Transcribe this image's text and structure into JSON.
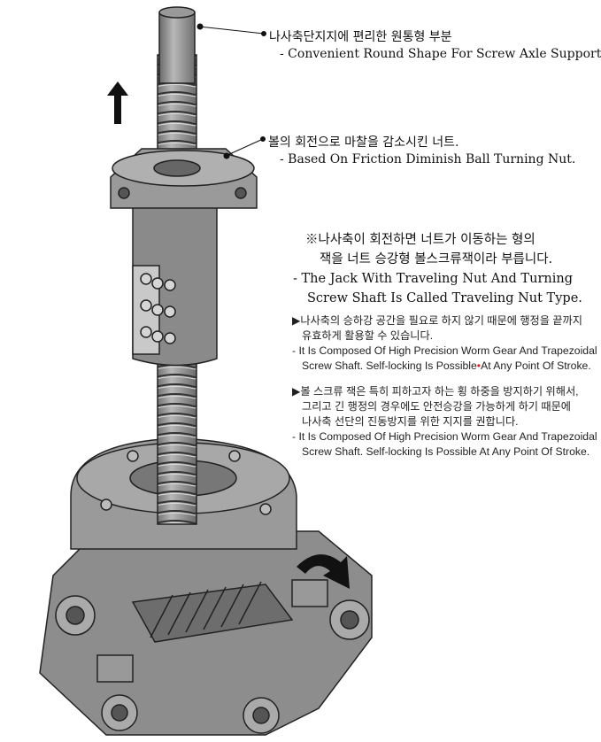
{
  "callouts": [
    {
      "ko": "나사축단지지에 편리한 원통형 부분",
      "en": "- Convenient Round Shape For Screw Axle Support."
    },
    {
      "ko": "볼의 회전으로 마찰을 감소시킨 너트.",
      "en": "- Based On Friction Diminish Ball Turning Nut."
    }
  ],
  "note": {
    "ko_line1": "※나사축이 회전하면 너트가 이동하는 형의",
    "ko_line2": "잭을 너트 승강형 볼스크류잭이라 부릅니다.",
    "en_line1": "- The Jack With Traveling Nut And Turning",
    "en_line2": "Screw Shaft Is Called Traveling Nut Type."
  },
  "bullets": [
    {
      "ko": [
        "▶나사축의 승하강 공간을 필요로 하지 않기 때문에 행정을 끝까지",
        "유효하게 활용할 수 있습니다."
      ],
      "en": [
        "- It Is Composed Of High Precision Worm Gear And Trapezoidal",
        "Screw Shaft. Self-locking Is Possible",
        "At Any Point Of Stroke."
      ],
      "marker": "•"
    },
    {
      "ko": [
        "▶볼 스크류 잭은 특히 피하고자 하는 횡 하중을 방지하기 위해서,",
        "그리고 긴 행정의 경우에도 안전승강을 가능하게 하기 때문에",
        "나사축 선단의 진동방지를 위한 지지를 권합니다."
      ],
      "en": [
        "- It Is Composed Of High Precision Worm Gear And Trapezoidal",
        "Screw Shaft. Self-locking Is Possible At Any Point Of Stroke."
      ]
    }
  ],
  "colors": {
    "metal": "#8a8a8a",
    "dark": "#555555",
    "light": "#b5b5b5",
    "accent": "#e0201c"
  }
}
